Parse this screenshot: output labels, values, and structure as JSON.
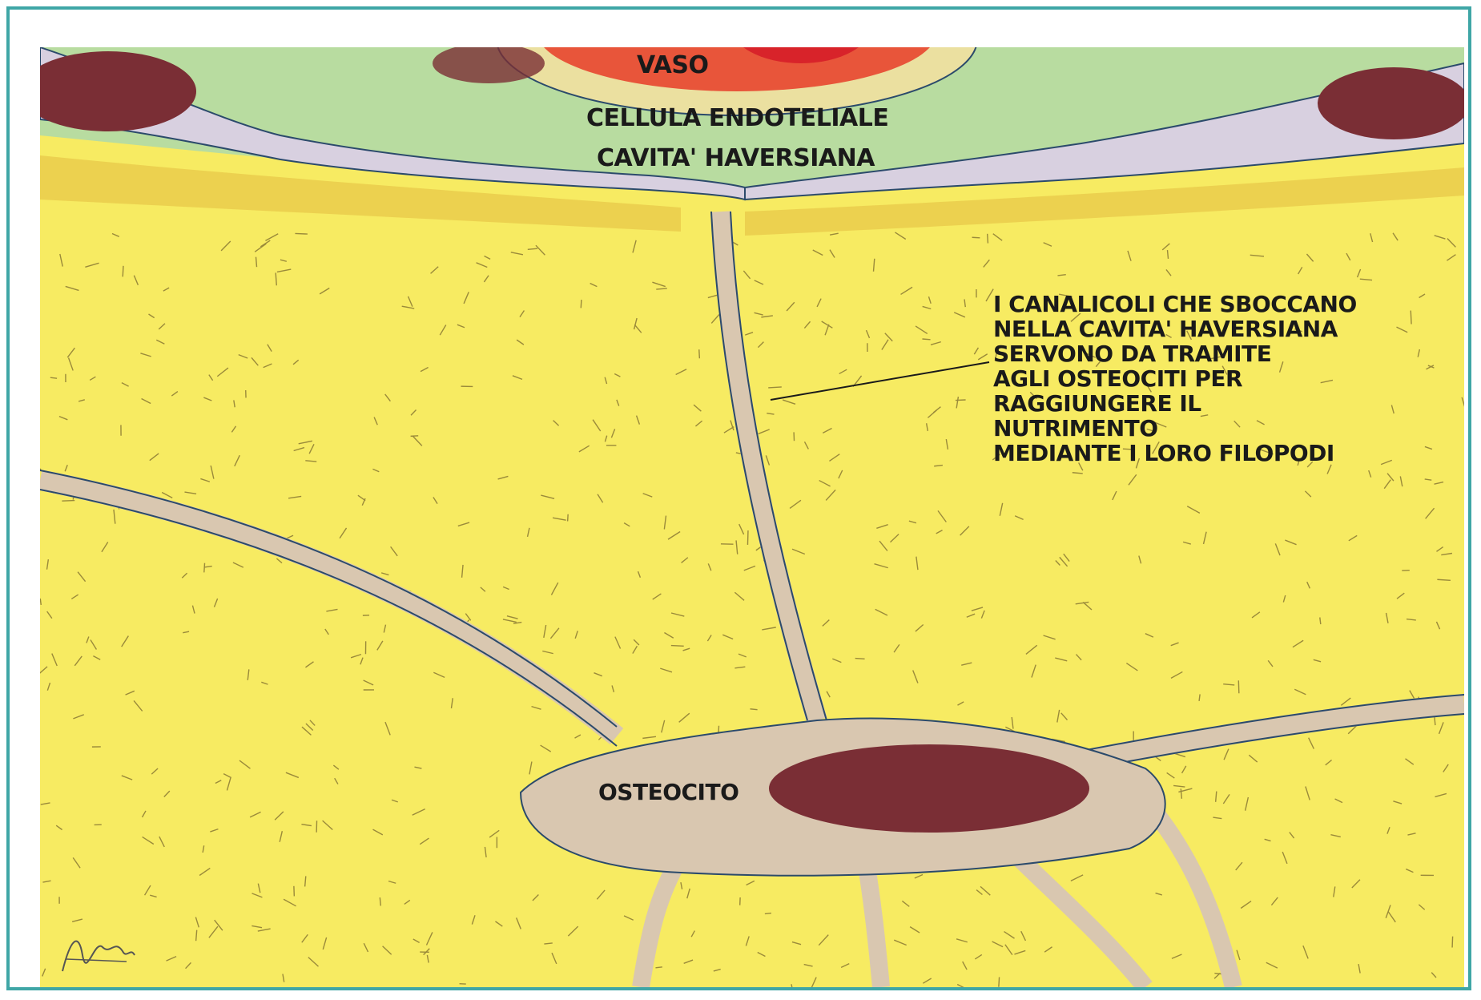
{
  "labels": {
    "vessel": "VASO",
    "endothelial_cell": "CELLULA ENDOTELIALE",
    "haversian_cavity": "CAVITA' HAVERSIANA",
    "osteocyte": "OSTEOCITO"
  },
  "annotation": {
    "lines": [
      "I CANALICOLI CHE SBOCCANO",
      "NELLA CAVITA' HAVERSIANA",
      "SERVONO DA TRAMITE",
      "AGLI OSTEOCITI PER",
      "RAGGIUNGERE IL",
      "NUTRIMENTO",
      "MEDIANTE I LORO FILOPODI"
    ]
  },
  "signature": "artist signature",
  "colors": {
    "frame": "#3fa6a6",
    "bone_matrix": "#f7eb62",
    "bone_dense_band": "#e8c84a",
    "cytoplasm": "#d9c7b0",
    "endothelium": "#d8d0e0",
    "nucleus": "#7a2e35",
    "vessel": "#e8553a",
    "haversian_fluid": "#b8dca0",
    "outline": "#2b4a6b"
  }
}
